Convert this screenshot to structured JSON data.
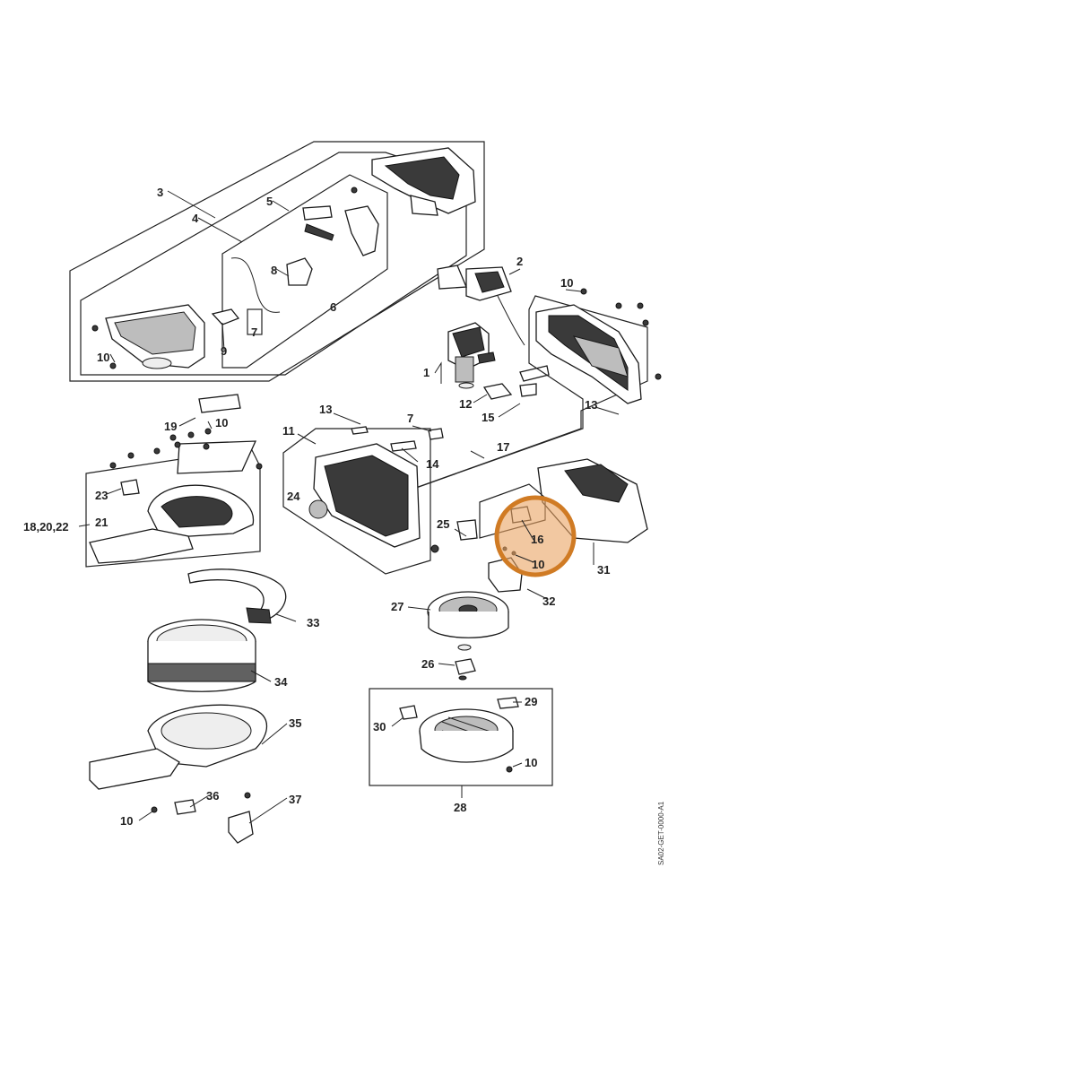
{
  "diagram": {
    "labels": {
      "p1": "1",
      "p2": "2",
      "p3": "3",
      "p4": "4",
      "p5": "5",
      "p6": "6",
      "p7a": "7",
      "p7b": "7",
      "p8": "8",
      "p9": "9",
      "p10a": "10",
      "p10b": "10",
      "p10c": "10",
      "p10d": "10",
      "p10e": "10",
      "p10f": "10",
      "p11": "11",
      "p12": "12",
      "p13a": "13",
      "p13b": "13",
      "p14": "14",
      "p15": "15",
      "p16": "16",
      "p17": "17",
      "p18_20_22": "18,20,22",
      "p19": "19",
      "p21": "21",
      "p23": "23",
      "p24": "24",
      "p25": "25",
      "p26": "26",
      "p27": "27",
      "p28": "28",
      "p29": "29",
      "p30": "30",
      "p31": "31",
      "p32": "32",
      "p33": "33",
      "p34": "34",
      "p35": "35",
      "p36": "36",
      "p37": "37"
    },
    "drawing_code": "SA02-GET-0000-A1",
    "highlight_color": "#e9a463"
  }
}
